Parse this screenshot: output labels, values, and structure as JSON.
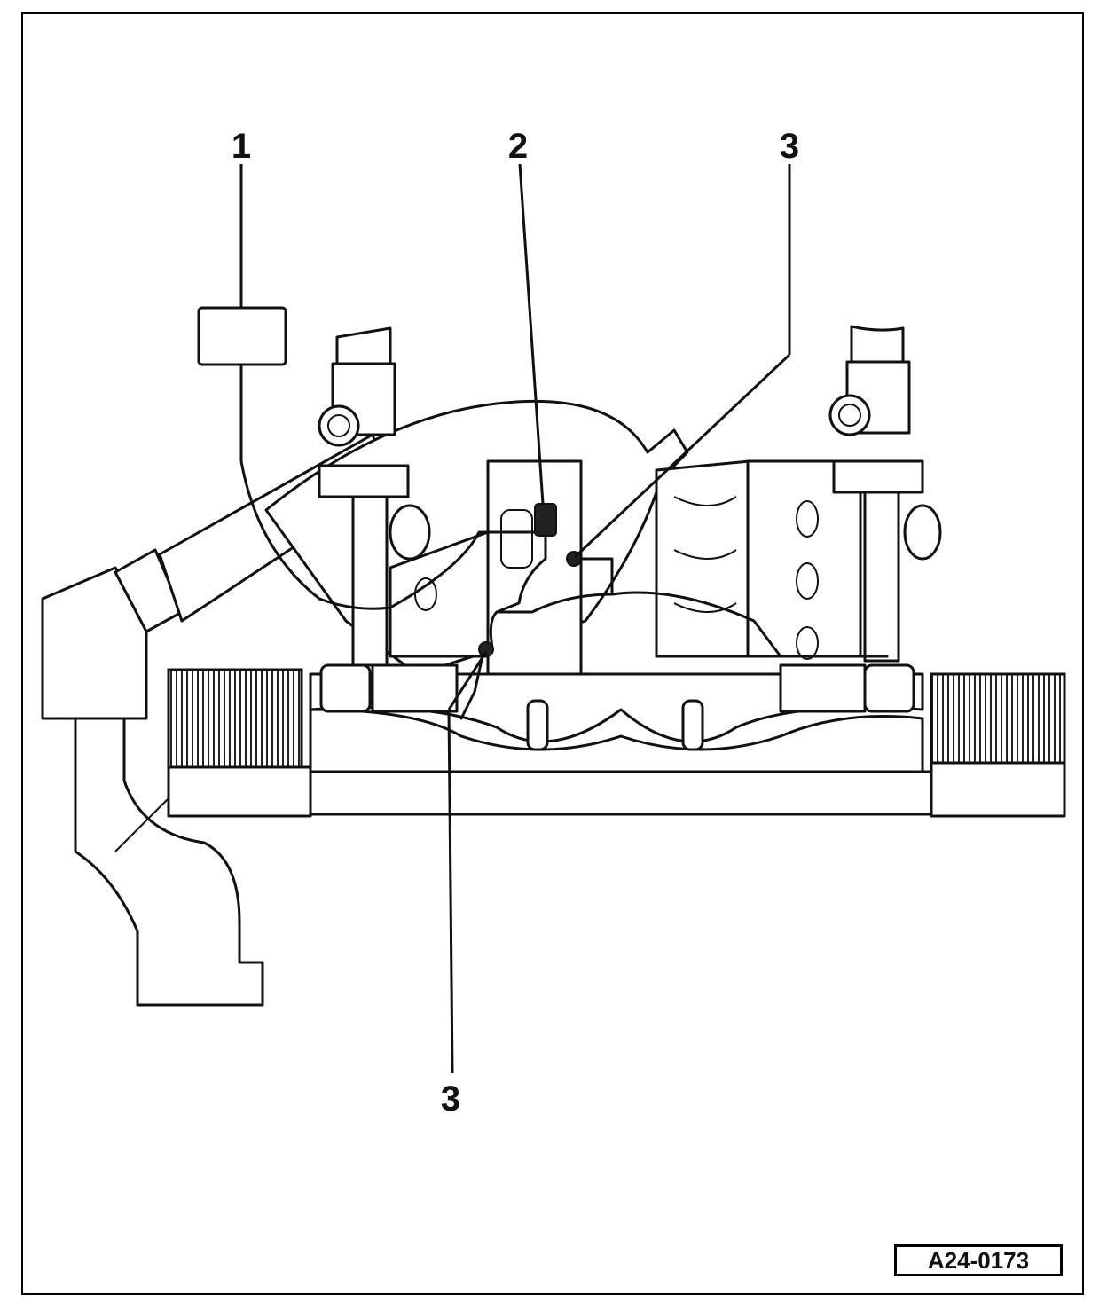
{
  "callouts": [
    {
      "id": "1",
      "label": "1"
    },
    {
      "id": "2",
      "label": "2"
    },
    {
      "id": "3a",
      "label": "3"
    },
    {
      "id": "3b",
      "label": "3"
    }
  ],
  "reference_code": "A24-0173"
}
